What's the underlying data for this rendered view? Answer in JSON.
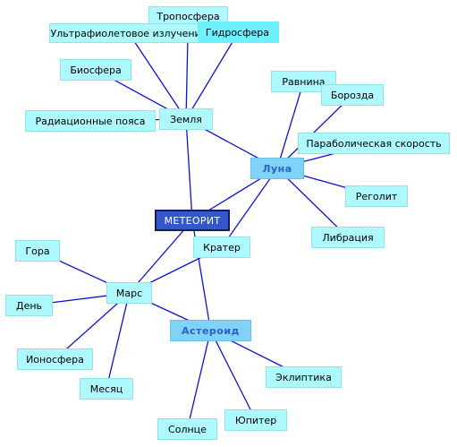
{
  "diagram": {
    "center": {
      "id": "meteorite",
      "label": "МЕТЕОРИТ"
    },
    "nodes": [
      {
        "id": "meteorite",
        "label": "МЕТЕОРИТ",
        "level": "primary"
      },
      {
        "id": "zemlya",
        "label": "Земля",
        "level": "tertiary"
      },
      {
        "id": "luna",
        "label": "Луна",
        "level": "secondary"
      },
      {
        "id": "mars",
        "label": "Марс",
        "level": "tertiary"
      },
      {
        "id": "asteroid",
        "label": "Астероид",
        "level": "secondary"
      },
      {
        "id": "krater",
        "label": "Кратер",
        "level": "tertiary"
      },
      {
        "id": "troposfera",
        "label": "Тропосфера",
        "level": "tertiary"
      },
      {
        "id": "uf",
        "label": "Ультрафиолетовое излучение",
        "level": "tertiary"
      },
      {
        "id": "gidrosfera",
        "label": "Гидросфера",
        "level": "tertiary"
      },
      {
        "id": "biosfera",
        "label": "Биосфера",
        "level": "tertiary"
      },
      {
        "id": "radiation",
        "label": "Радиационные пояса",
        "level": "tertiary"
      },
      {
        "id": "ravnina",
        "label": "Равнина",
        "level": "tertiary"
      },
      {
        "id": "borozda",
        "label": "Борозда",
        "level": "tertiary"
      },
      {
        "id": "parabolic",
        "label": "Параболическая скорость",
        "level": "tertiary"
      },
      {
        "id": "regolit",
        "label": "Реголит",
        "level": "tertiary"
      },
      {
        "id": "libration",
        "label": "Либрация",
        "level": "tertiary"
      },
      {
        "id": "gora",
        "label": "Гора",
        "level": "tertiary"
      },
      {
        "id": "den",
        "label": "День",
        "level": "tertiary"
      },
      {
        "id": "ionosfera",
        "label": "Ионосфера",
        "level": "tertiary"
      },
      {
        "id": "mesyac",
        "label": "Месяц",
        "level": "tertiary"
      },
      {
        "id": "solnce",
        "label": "Солнце",
        "level": "tertiary"
      },
      {
        "id": "yupiter",
        "label": "Юпитер",
        "level": "tertiary"
      },
      {
        "id": "ekliptika",
        "label": "Эклиптика",
        "level": "tertiary"
      }
    ],
    "edges": [
      [
        "meteorite",
        "zemlya"
      ],
      [
        "meteorite",
        "luna"
      ],
      [
        "meteorite",
        "mars"
      ],
      [
        "meteorite",
        "asteroid"
      ],
      [
        "luna",
        "krater"
      ],
      [
        "mars",
        "krater"
      ],
      [
        "zemlya",
        "luna"
      ],
      [
        "mars",
        "asteroid"
      ],
      [
        "zemlya",
        "troposfera"
      ],
      [
        "zemlya",
        "uf"
      ],
      [
        "zemlya",
        "gidrosfera"
      ],
      [
        "zemlya",
        "biosfera"
      ],
      [
        "zemlya",
        "radiation"
      ],
      [
        "luna",
        "ravnina"
      ],
      [
        "luna",
        "borozda"
      ],
      [
        "luna",
        "parabolic"
      ],
      [
        "luna",
        "regolit"
      ],
      [
        "luna",
        "libration"
      ],
      [
        "mars",
        "gora"
      ],
      [
        "mars",
        "den"
      ],
      [
        "mars",
        "ionosfera"
      ],
      [
        "mars",
        "mesyac"
      ],
      [
        "asteroid",
        "solnce"
      ],
      [
        "asteroid",
        "yupiter"
      ],
      [
        "asteroid",
        "ekliptika"
      ]
    ],
    "colors": {
      "edge": "#0b14d8",
      "tertiary_fill": "#aef8ff",
      "secondary_fill": "#7fd3f7",
      "secondary_text": "#2c5fd0",
      "primary_fill": "#3557cc",
      "primary_border": "#0d1e66"
    }
  }
}
